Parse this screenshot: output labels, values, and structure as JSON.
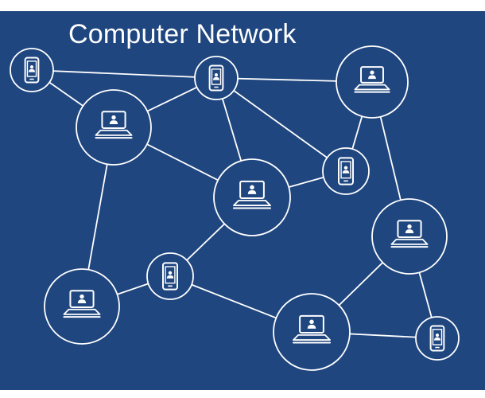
{
  "diagram": {
    "title": "Computer Network",
    "colors": {
      "background": "#1f467f",
      "line": "#ffffff",
      "node_fill": "#1f467f"
    },
    "nodes": [
      {
        "id": "phone-top-left",
        "kind": "phone",
        "icon": "smartphone-user-icon"
      },
      {
        "id": "phone-top-center",
        "kind": "phone",
        "icon": "smartphone-user-icon"
      },
      {
        "id": "laptop-top-right",
        "kind": "laptop",
        "icon": "laptop-user-icon"
      },
      {
        "id": "laptop-upper-left",
        "kind": "laptop",
        "icon": "laptop-user-icon"
      },
      {
        "id": "phone-mid-right",
        "kind": "phone",
        "icon": "smartphone-user-icon"
      },
      {
        "id": "laptop-center",
        "kind": "laptop",
        "icon": "laptop-user-icon"
      },
      {
        "id": "laptop-right",
        "kind": "laptop",
        "icon": "laptop-user-icon"
      },
      {
        "id": "phone-lower-center",
        "kind": "phone",
        "icon": "smartphone-user-icon"
      },
      {
        "id": "laptop-bottom-left",
        "kind": "laptop",
        "icon": "laptop-user-icon"
      },
      {
        "id": "laptop-bottom-center",
        "kind": "laptop",
        "icon": "laptop-user-icon"
      },
      {
        "id": "phone-bottom-right",
        "kind": "phone",
        "icon": "smartphone-user-icon"
      }
    ],
    "edges": [
      [
        "phone-top-left",
        "phone-top-center"
      ],
      [
        "phone-top-left",
        "laptop-upper-left"
      ],
      [
        "phone-top-center",
        "laptop-top-right"
      ],
      [
        "phone-top-center",
        "laptop-upper-left"
      ],
      [
        "phone-top-center",
        "phone-mid-right"
      ],
      [
        "phone-top-center",
        "laptop-center"
      ],
      [
        "laptop-top-right",
        "phone-mid-right"
      ],
      [
        "laptop-top-right",
        "laptop-right"
      ],
      [
        "laptop-upper-left",
        "laptop-center"
      ],
      [
        "laptop-upper-left",
        "laptop-bottom-left"
      ],
      [
        "phone-mid-right",
        "laptop-center"
      ],
      [
        "laptop-center",
        "phone-lower-center"
      ],
      [
        "phone-lower-center",
        "laptop-bottom-left"
      ],
      [
        "phone-lower-center",
        "laptop-bottom-center"
      ],
      [
        "laptop-right",
        "laptop-bottom-center"
      ],
      [
        "laptop-right",
        "phone-bottom-right"
      ],
      [
        "laptop-bottom-center",
        "phone-bottom-right"
      ]
    ]
  }
}
